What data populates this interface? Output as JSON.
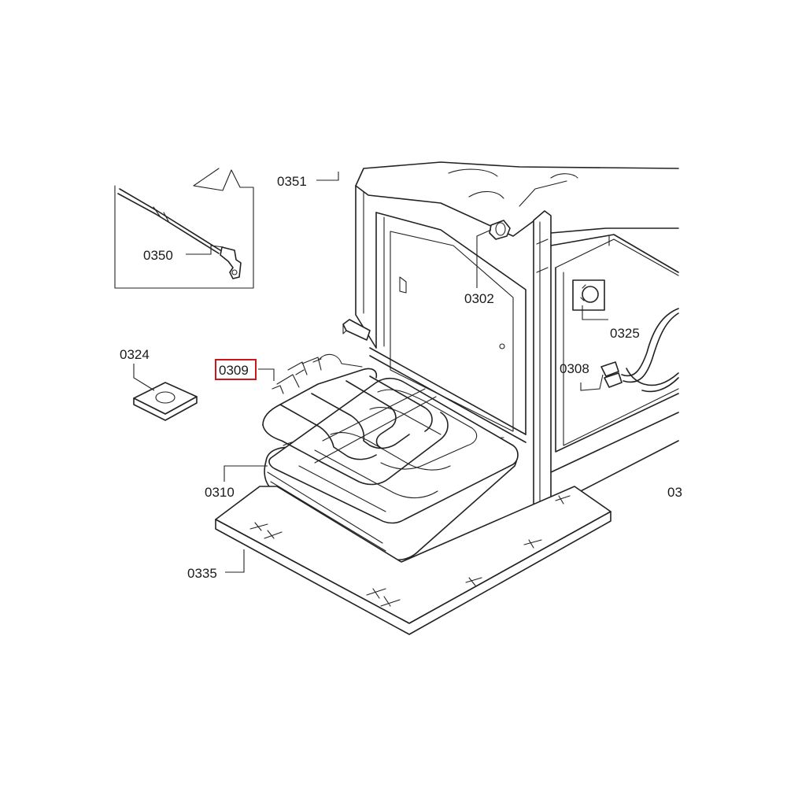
{
  "diagram": {
    "highlighted_part": "0309",
    "callouts": [
      {
        "id": "callout-0351",
        "label": "0351"
      },
      {
        "id": "callout-0350",
        "label": "0350"
      },
      {
        "id": "callout-0302",
        "label": "0302"
      },
      {
        "id": "callout-0325",
        "label": "0325"
      },
      {
        "id": "callout-0324",
        "label": "0324"
      },
      {
        "id": "callout-0309",
        "label": "0309"
      },
      {
        "id": "callout-0308",
        "label": "0308"
      },
      {
        "id": "callout-0310",
        "label": "0310"
      },
      {
        "id": "callout-03-cut",
        "label": "03"
      },
      {
        "id": "callout-0335",
        "label": "0335"
      }
    ]
  },
  "colors": {
    "line": "#222222",
    "highlight": "#d0161b",
    "background": "#ffffff"
  }
}
